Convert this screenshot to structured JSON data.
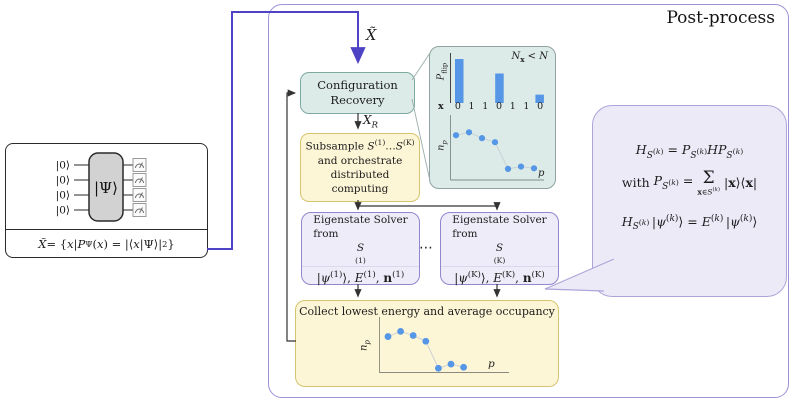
{
  "post_process": {
    "label": "Post-process"
  },
  "circuit": {
    "qubit_labels": [
      "|0⟩",
      "|0⟩",
      "|0⟩",
      "|0⟩"
    ],
    "gate_label": "|Ψ⟩",
    "formula_html": "<i>X̃</i> = {<i>x</i>|<i>P</i><sub>Ψ</sub>(<i>x</i>) = |⟨<i>x</i>|Ψ⟩|<sup>2</sup>}"
  },
  "flow": {
    "input_label_html": "<i>X̃</i>",
    "config_recovery_html": "Configuration<br>Recovery",
    "xr_label_html": "<i>X</i><sub><i>R</i></sub>",
    "subsample_html": "Subsample <i>S</i><sup>(1)</sup>…<i>S</i><sup>(K)</sup><br>and orchestrate<br>distributed computing",
    "solver_1": {
      "title_html": "Eigenstate Solver<br>from <i>S</i><sup>(1)</sup>",
      "outputs_html": "|<i>ψ</i><sup>(1)</sup>⟩, <i>E</i><sup>(1)</sup>, <b>n</b><sup>(1)</sup>"
    },
    "solver_k": {
      "title_html": "Eigenstate Solver<br>from <i>S</i><sup>(K)</sup>",
      "outputs_html": "|<i>ψ</i><sup>(K)</sup>⟩, <i>E</i><sup>(K)</sup>, <b>n</b><sup>(K)</sup>"
    },
    "ellipsis": "⋯",
    "collect_label": "Collect lowest energy and average occupancy"
  },
  "recovery_inset": {
    "annotation_html": "<i>N</i><sub><b>x</b></sub> &lt; <i>N</i>",
    "bar_ylabel_html": "<i>P</i><sub>flip</sub>",
    "row_header": "x",
    "scatter_ylabel_html": "<i>n</i><sub><i>p</i></sub>",
    "scatter_xlabel_html": "<i>p</i>"
  },
  "collect_inset": {
    "ylabel_html": "<i>n</i><sub><i>p</i></sub>",
    "xlabel_html": "<i>p</i>"
  },
  "bubble": {
    "eq1_html": "<i>H</i><sub><i>S</i><sup>(<i>k</i>)</sup></sub> = <i>P</i><sub><i>S</i><sup>(<i>k</i>)</sup></sub><i>HP</i><sub><i>S</i><sup>(<i>k</i>)</sup></sub>",
    "eq2_prefix": "with",
    "eq2_lhs_html": "<i>P</i><sub><i>S</i><sup>(<i>k</i>)</sup></sub> =",
    "sum_symbol": "Σ",
    "sum_limits_html": "<b>x</b>∈<i>S</i><sup>(<i>k</i>)</sup>",
    "eq2_rhs_html": "|<b>x</b>⟩⟨<b>x</b>|",
    "eq3_html": "<i>H</i><sub><i>S</i><sup>(<i>k</i>)</sup></sub>&#8201;|<i>ψ</i><sup>(<i>k</i>)</sup>⟩ = <i>E</i><sup>(<i>k</i>)</sup>&#8201;|<i>ψ</i><sup>(<i>k</i>)</sup>⟩"
  },
  "colors": {
    "connector_purple": "#4e43c4",
    "frame_purple": "#9a93d8",
    "teal_fill": "#dcebe7",
    "teal_border": "#7fa8a1",
    "yellow_fill": "#fcf5d6",
    "yellow_border": "#d6c56e",
    "lavender_fill": "#efecf9",
    "lavender_border": "#9087cd",
    "bubble_fill": "#edeaf8",
    "bubble_border": "#aca5da",
    "chart_blue": "#5596e6",
    "ink": "#1c1c1c"
  },
  "chart_data": [
    {
      "type": "bar",
      "title": "Bit-flip probability per measured configuration",
      "categories": [
        "0",
        "1",
        "1",
        "0",
        "1",
        "1",
        "0"
      ],
      "values": [
        1.0,
        0,
        0,
        0.67,
        0,
        0,
        0.19
      ],
      "xlabel": "x",
      "ylabel": "P_flip",
      "annotation": "N_x < N",
      "ylim": [
        0,
        1
      ]
    },
    {
      "type": "scatter",
      "title": "Average orbital occupancy (recovery inset)",
      "x": [
        1,
        2,
        3,
        4,
        5,
        6,
        7
      ],
      "y": [
        0.72,
        0.77,
        0.67,
        0.6,
        0.14,
        0.18,
        0.15
      ],
      "xlabel": "p",
      "ylabel": "n_p",
      "ylim": [
        0,
        1
      ]
    },
    {
      "type": "scatter",
      "title": "Collected lowest energy and average occupancy",
      "x": [
        1,
        2,
        3,
        4,
        5,
        6,
        7
      ],
      "y": [
        0.72,
        0.82,
        0.74,
        0.63,
        0.11,
        0.19,
        0.13
      ],
      "xlabel": "p",
      "ylabel": "n_p",
      "ylim": [
        0,
        1
      ]
    }
  ]
}
